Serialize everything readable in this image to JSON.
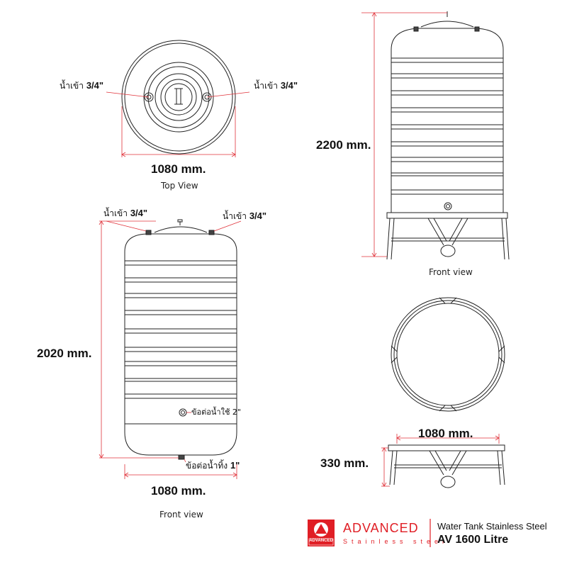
{
  "top_view": {
    "inlet_left": {
      "thai": "น้ำเข้า",
      "size": "3/4\""
    },
    "inlet_right": {
      "thai": "น้ำเข้า",
      "size": "3/4\""
    },
    "width": "1080 mm.",
    "caption": "Top View"
  },
  "front_view_tank": {
    "inlet_left": {
      "thai": "น้ำเข้า",
      "size": "3/4\""
    },
    "inlet_right": {
      "thai": "น้ำเข้า",
      "size": "3/4\""
    },
    "height": "2020 mm.",
    "outlet_label": "ข้อต่อน้ำใช้ 2\"",
    "drain_label": {
      "thai": "ข้อต่อน้ำทิ้ง",
      "size": "1\""
    },
    "width": "1080 mm.",
    "caption": "Front view"
  },
  "front_view_stand": {
    "height": "2200 mm.",
    "caption": "Front view"
  },
  "stand_detail": {
    "width": "1080 mm.",
    "height": "330 mm."
  },
  "brand": {
    "logo_text": "ADVANCED",
    "name": "ADVANCED",
    "tagline": "Stainless steel",
    "product_line": "Water Tank Stainless Steel",
    "model": "AV 1600 Litre",
    "accent_color": "#e01e25"
  }
}
